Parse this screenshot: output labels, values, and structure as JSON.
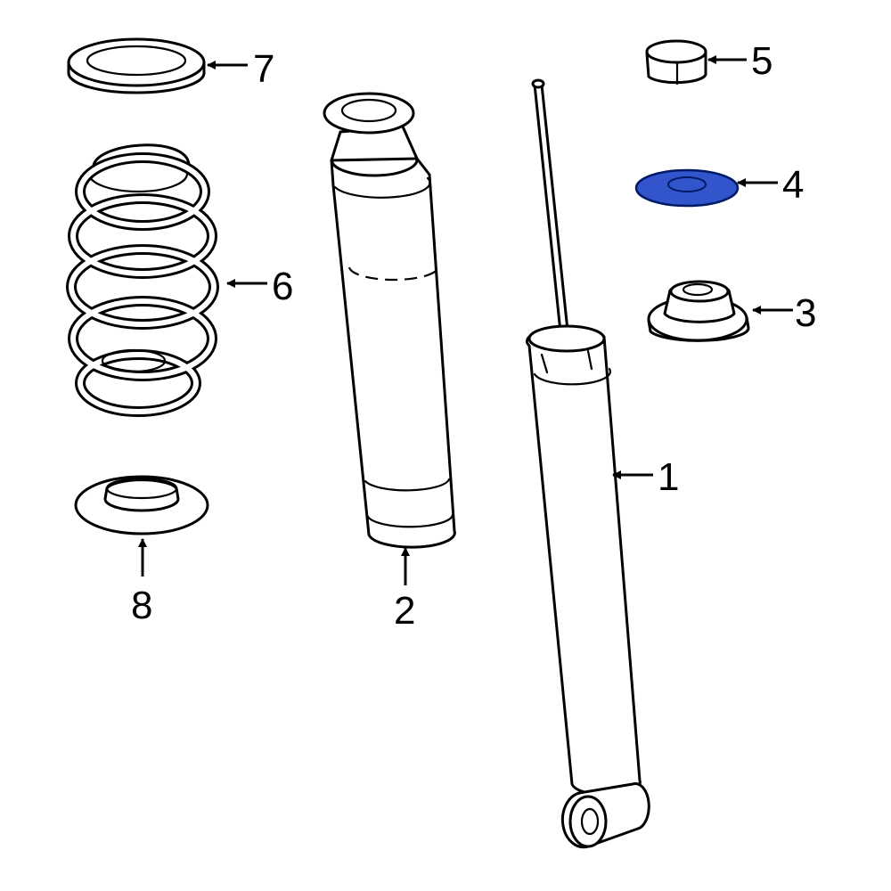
{
  "colors": {
    "line": "#000000",
    "background": "#ffffff",
    "highlight": "#3355cc",
    "highlight_stroke": "#001a66"
  },
  "highlighted_part": "4",
  "callouts": [
    {
      "id": "1",
      "label": "1"
    },
    {
      "id": "2",
      "label": "2"
    },
    {
      "id": "3",
      "label": "3"
    },
    {
      "id": "4",
      "label": "4"
    },
    {
      "id": "5",
      "label": "5"
    },
    {
      "id": "6",
      "label": "6"
    },
    {
      "id": "7",
      "label": "7"
    },
    {
      "id": "8",
      "label": "8"
    }
  ]
}
